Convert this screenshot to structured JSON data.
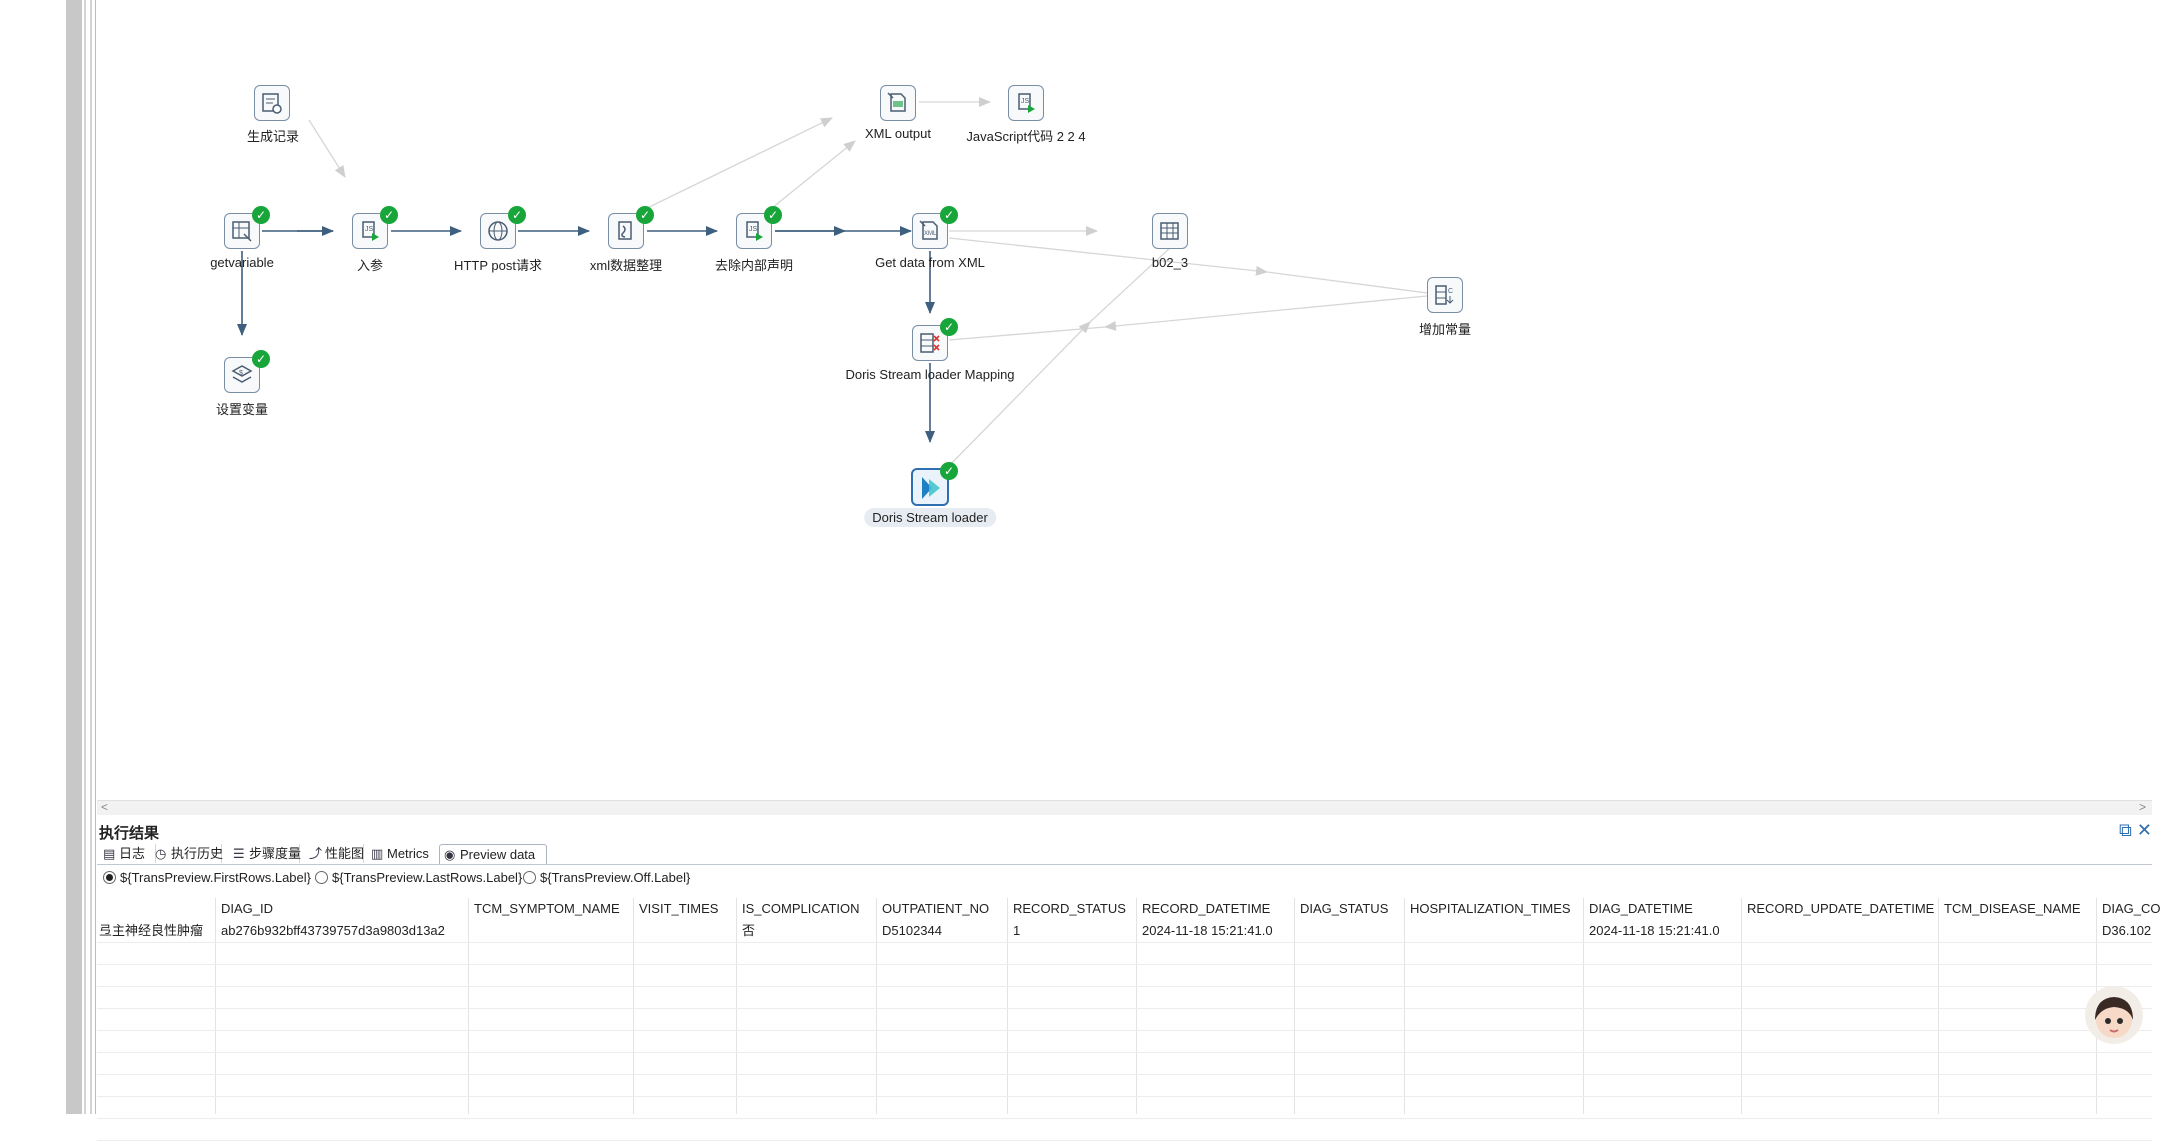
{
  "nodes": {
    "gen_records": "生成记录",
    "getvariable": "getvariable",
    "params": "入参",
    "http_post": "HTTP post请求",
    "xml_clean": "xml数据整理",
    "remove_decl": "去除内部声明",
    "get_xml": "Get data from XML",
    "b02": "b02_3",
    "xml_output": "XML output",
    "js_code": "JavaScript代码 2 2 4",
    "add_const": "增加常量",
    "set_var": "设置变量",
    "doris_mapping": "Doris Stream loader Mapping",
    "doris_loader": "Doris Stream loader"
  },
  "results": {
    "title": "执行结果",
    "tabs": [
      "日志",
      "执行历史",
      "步骤度量",
      "性能图",
      "Metrics",
      "Preview data"
    ],
    "radios": [
      "${TransPreview.FirstRows.Label}",
      "${TransPreview.LastRows.Label}",
      "${TransPreview.Off.Label}"
    ],
    "columns": [
      "",
      "DIAG_ID",
      "TCM_SYMPTOM_NAME",
      "VISIT_TIMES",
      "IS_COMPLICATION",
      "OUTPATIENT_NO",
      "RECORD_STATUS",
      "RECORD_DATETIME",
      "DIAG_STATUS",
      "HOSPITALIZATION_TIMES",
      "DIAG_DATETIME",
      "RECORD_UPDATE_DATETIME",
      "TCM_DISEASE_NAME",
      "DIAG_CO"
    ],
    "row1": [
      "弖主神经良性肿瘤",
      "ab276b932bff43739757d3a9803d13a2",
      "",
      "",
      "否",
      "D5102344",
      "1",
      "2024-11-18 15:21:41.0",
      "",
      "",
      "2024-11-18 15:21:41.0",
      "",
      "",
      "D36.102"
    ]
  },
  "colors": {
    "success": "#18a53a",
    "edge": "#3e5f7e",
    "accent": "#2f6fb0"
  }
}
